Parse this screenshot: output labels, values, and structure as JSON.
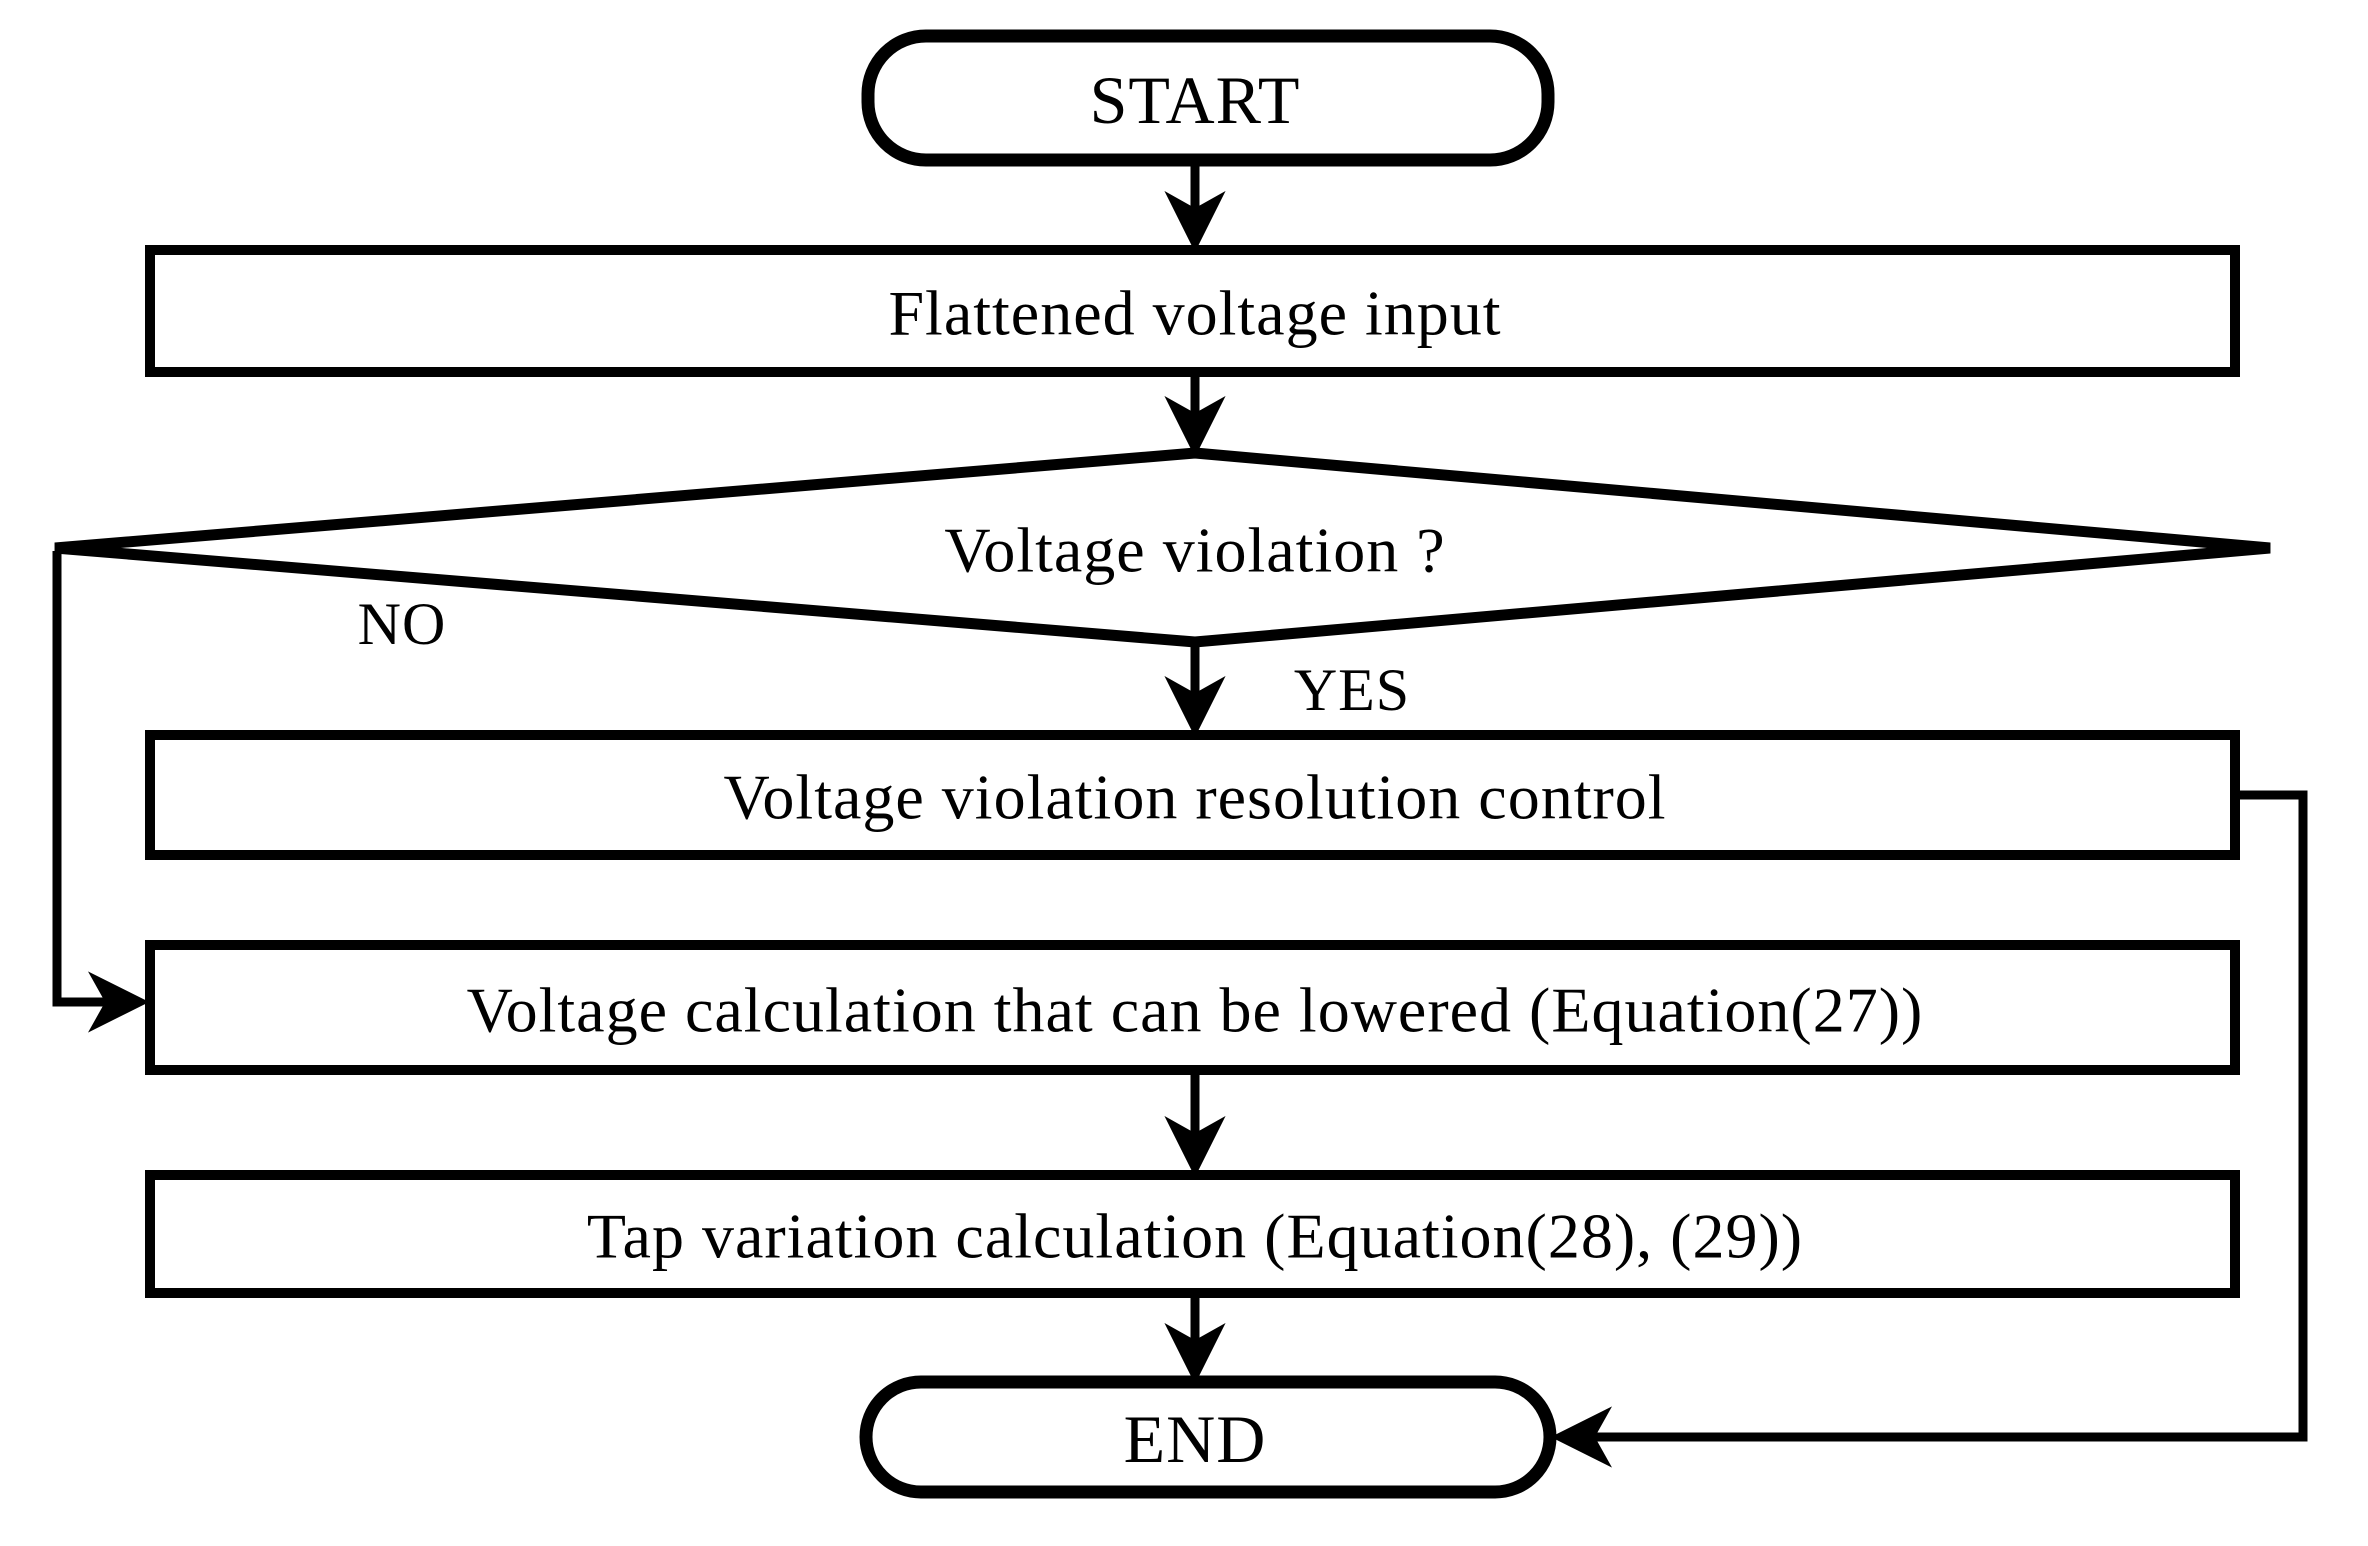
{
  "nodes": {
    "start": {
      "label": "START",
      "type": "terminator"
    },
    "input": {
      "label": "Flattened voltage input",
      "type": "process"
    },
    "decision": {
      "label": "Voltage violation ?",
      "type": "decision"
    },
    "resolution": {
      "label": "Voltage violation resolution control",
      "type": "process"
    },
    "lowered_calc": {
      "label": "Voltage calculation that can be lowered (Equation(27))",
      "type": "process"
    },
    "tap_variation": {
      "label": "Tap variation calculation (Equation(28), (29))",
      "type": "process"
    },
    "end": {
      "label": "END",
      "type": "terminator"
    }
  },
  "edge_labels": {
    "no": "NO",
    "yes": "YES"
  },
  "colors": {
    "line": "#000000",
    "node_fill": "#ffffff",
    "background": "#ffffff"
  }
}
